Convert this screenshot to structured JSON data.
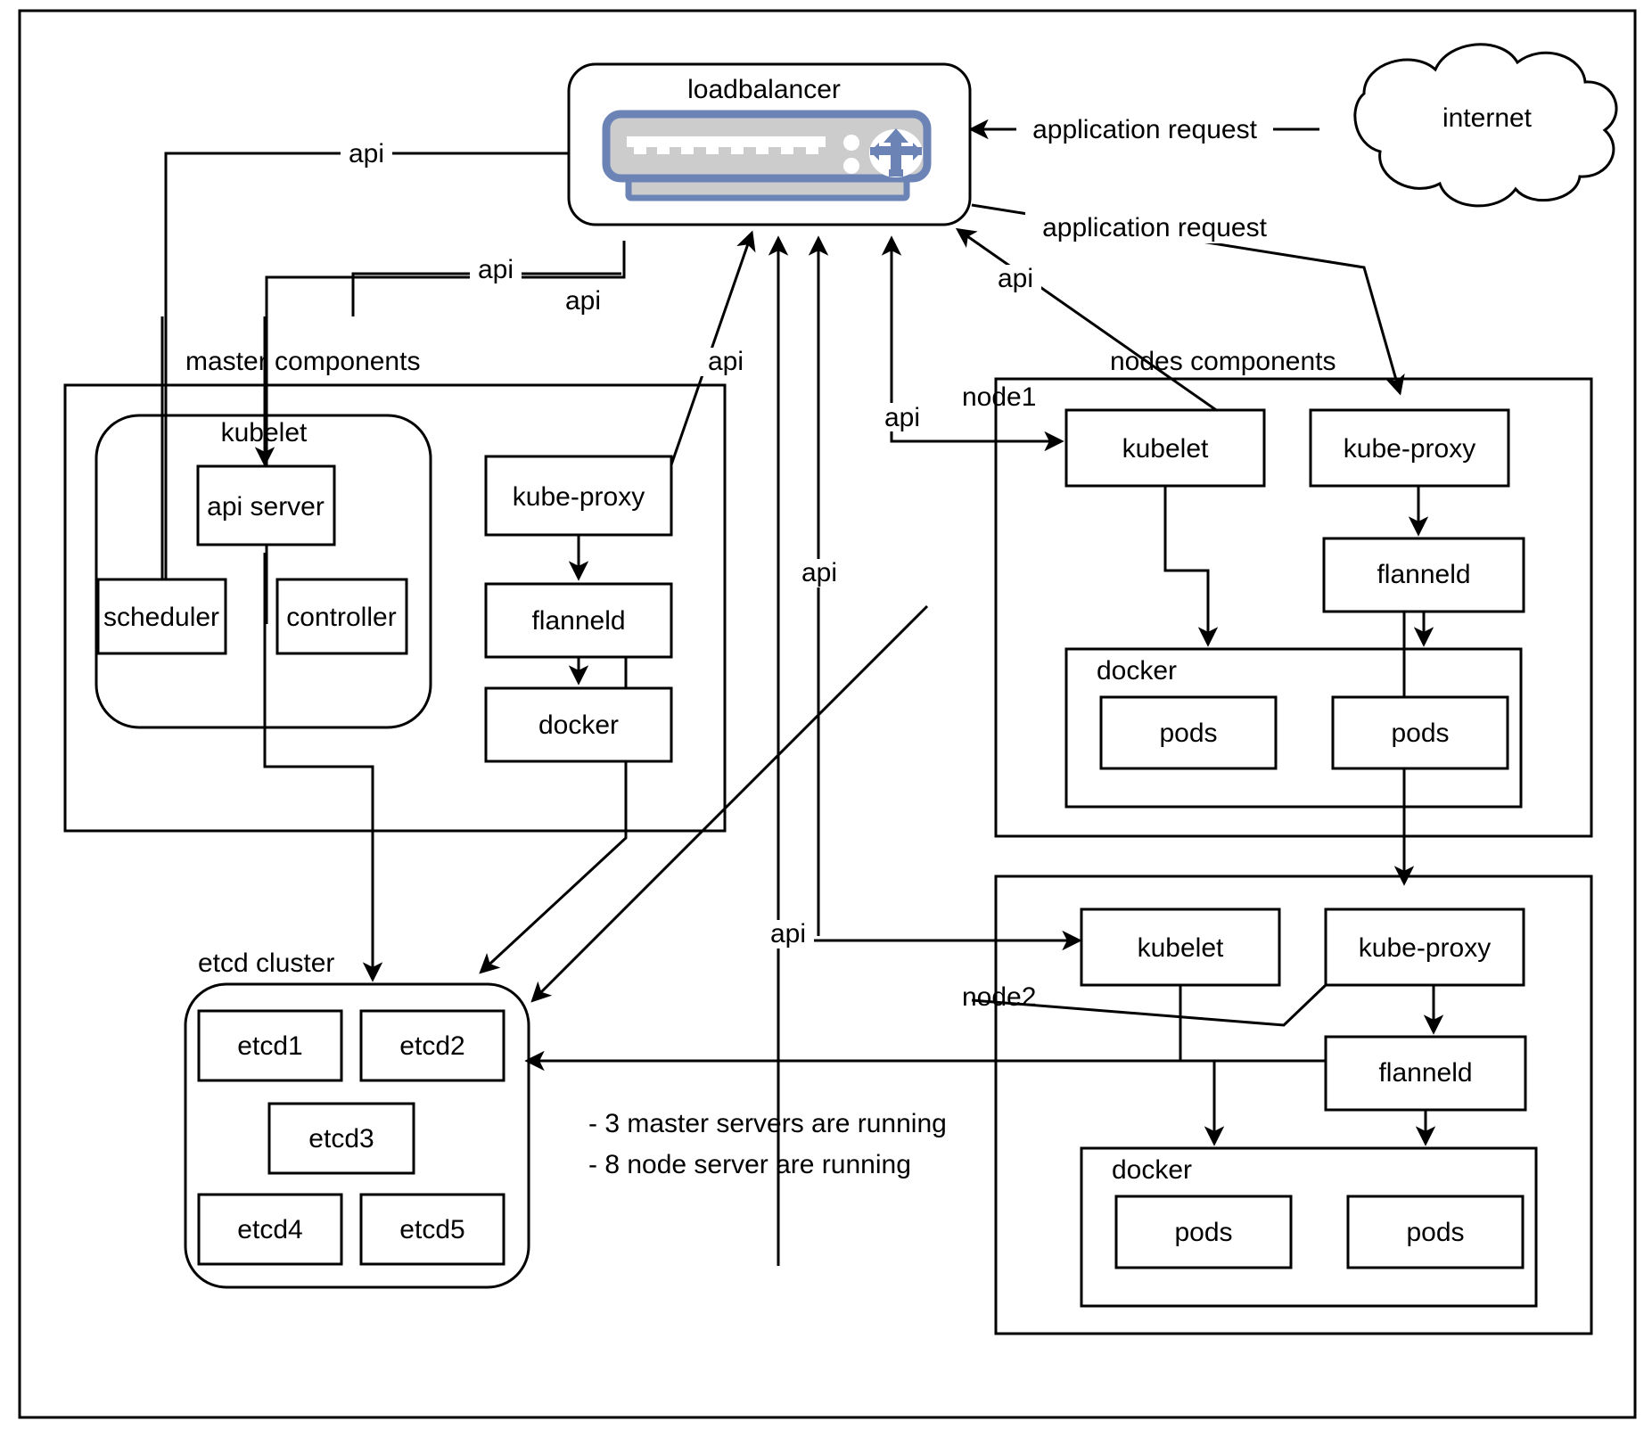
{
  "diagram": {
    "title": "kubernetes cluster architecture",
    "colors": {
      "stroke": "#000000",
      "background": "#ffffff",
      "device_body": "#cccccc",
      "device_accent": "#6c83b5",
      "box_fill": "#ffffff"
    }
  },
  "loadbalancer": {
    "label": "loadbalancer",
    "icon": "network-switch-icon",
    "logo_icon": "load-balancer-split-arrow-icon",
    "port_count": 8,
    "led_count": 2
  },
  "internet": {
    "label": "internet",
    "icon": "cloud-icon"
  },
  "master": {
    "group_label": "master components",
    "kubelet_label": "kubelet",
    "api_server_label": "api server",
    "scheduler_label": "scheduler",
    "controller_label": "controller",
    "kube_proxy_label": "kube-proxy",
    "flanneld_label": "flanneld",
    "docker_label": "docker"
  },
  "nodes": {
    "group_label": "nodes components",
    "node1": {
      "label": "node1",
      "kubelet_label": "kubelet",
      "kube_proxy_label": "kube-proxy",
      "flanneld_label": "flanneld",
      "docker_label": "docker",
      "pods": [
        "pods",
        "pods"
      ]
    },
    "node2": {
      "label": "node2",
      "kubelet_label": "kubelet",
      "kube_proxy_label": "kube-proxy",
      "flanneld_label": "flanneld",
      "docker_label": "docker",
      "pods": [
        "pods",
        "pods"
      ]
    }
  },
  "etcd": {
    "group_label": "etcd cluster",
    "members": [
      "etcd1",
      "etcd2",
      "etcd3",
      "etcd4",
      "etcd5"
    ]
  },
  "edge_labels": {
    "api": "api",
    "application_request": "application request"
  },
  "notes": {
    "line1": "- 3 master servers are running",
    "line2": "- 8 node server are running"
  }
}
